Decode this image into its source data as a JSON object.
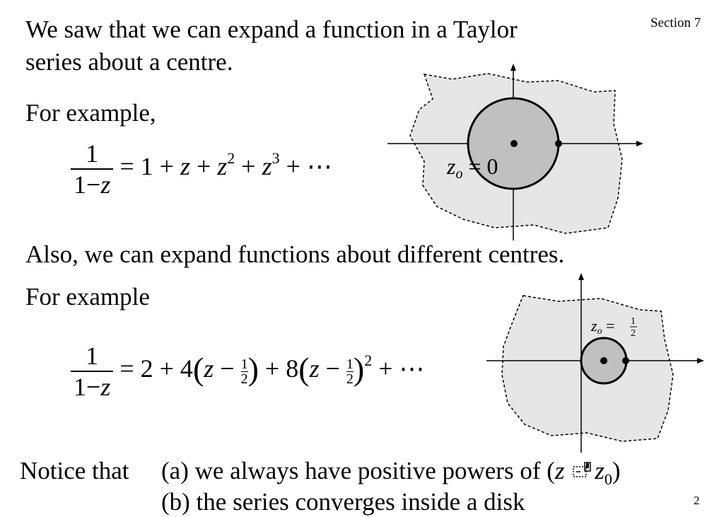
{
  "header": {
    "section_label": "Section 7"
  },
  "footer": {
    "page_number": "2"
  },
  "paragraph1": {
    "line1": "We saw that we can expand a function in a Taylor",
    "line2": "series about a centre."
  },
  "example1": {
    "label": "For example,",
    "lhs_num": "1",
    "lhs_den": "1−",
    "lhs_den_var": "z",
    "rhs_eq": "= 1 + ",
    "rhs_z": "z",
    "rhs_plus1": " + ",
    "rhs_z2": "z",
    "rhs_exp2": "2",
    "rhs_plus2": " + ",
    "rhs_z3": "z",
    "rhs_exp3": "3",
    "rhs_tail": " + ⋯"
  },
  "paragraph2": {
    "line": "Also, we can expand functions about different centres."
  },
  "example2": {
    "label": "For example",
    "lhs_num": "1",
    "lhs_den": "1−",
    "lhs_den_var": "z",
    "rhs_eq": "= 2 + 4",
    "rhs_z1": "z",
    "rhs_minus1": " − ",
    "half_num": "1",
    "half_den": "2",
    "rhs_plus8": " + 8",
    "rhs_z2": "z",
    "rhs_minus2": " − ",
    "rhs_exp2": "2",
    "rhs_tail": " + ⋯"
  },
  "diagram1": {
    "label_var": "z",
    "label_sub": "o",
    "label_rest": " = 0"
  },
  "diagram2": {
    "label_var": "z",
    "label_sub": "o",
    "label_eq": " = ",
    "label_num": "1",
    "label_den": "2"
  },
  "notice": {
    "lead": "Notice that",
    "item_a_text": "(a) we always have positive powers of (",
    "item_a_var": "z",
    "item_a_var2": "z",
    "item_a_sub": "0",
    "item_a_close": ")",
    "item_b_text": "(b) the series converges inside a disk"
  },
  "colors": {
    "region_fill": "#e6e6e6",
    "disk_fill": "#c0c0c0",
    "stroke": "#000000"
  },
  "icons": {
    "missing_glyph": "missing-glyph-icon"
  }
}
